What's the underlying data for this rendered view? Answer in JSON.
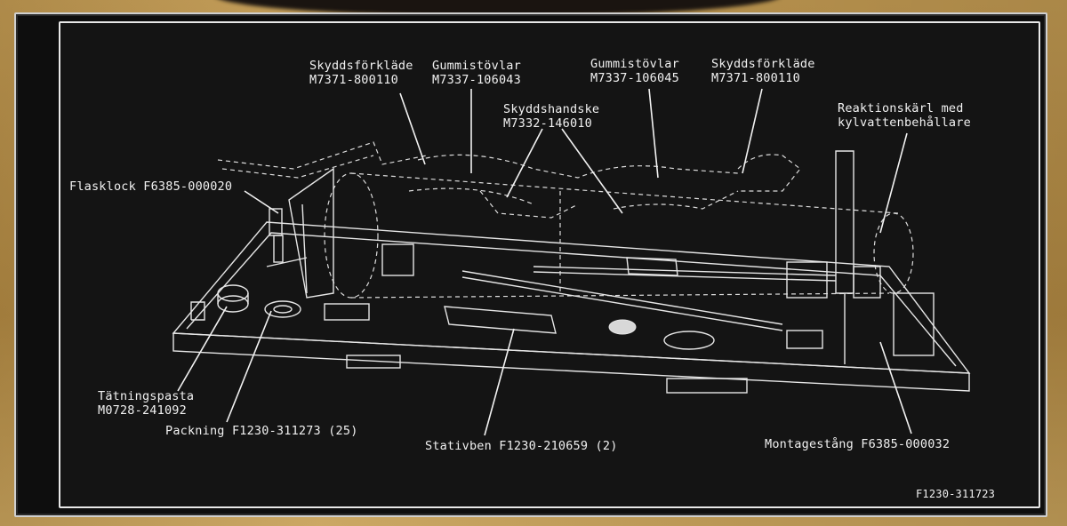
{
  "labels": {
    "skyddsforklade_left_name": "Skyddsförkläde",
    "skyddsforklade_left_code": "M7371-800110",
    "gummistovlar_left_name": "Gummistövlar",
    "gummistovlar_left_code": "M7337-106043",
    "gummistovlar_right_name": "Gummistövlar",
    "gummistovlar_right_code": "M7337-106045",
    "skyddsforklade_right_name": "Skyddsförkläde",
    "skyddsforklade_right_code": "M7371-800110",
    "skyddshandske_name": "Skyddshandske",
    "skyddshandske_code": "M7332-146010",
    "reaktionskarl_line1": "Reaktionskärl med",
    "reaktionskarl_line2": "kylvattenbehållare",
    "flasklock": "Flasklock F6385-000020",
    "tatningspasta_name": "Tätningspasta",
    "tatningspasta_code": "M0728-241092",
    "packning": "Packning F1230-311273 (25)",
    "stativben": "Stativben F1230-210659 (2)",
    "montagestang": "Montagestång F6385-000032",
    "plate_id": "F1230-311723"
  },
  "colors": {
    "plate": "#0e0e0e",
    "ink": "#f1f1f1",
    "wood": "#b8934a"
  }
}
